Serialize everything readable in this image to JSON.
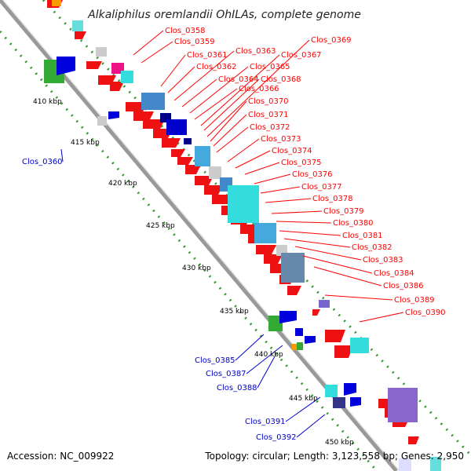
{
  "title": "Alkaliphilus oremlandii OhILAs, complete genome",
  "footer": {
    "accession": "Accession: NC_009922",
    "topology": "Topology: circular; Length: 3,123,558 bp; Genes: 2,950"
  },
  "colors": {
    "red_labels": "#ff0000",
    "blue_labels": "#0000cc",
    "backbone": "#999999",
    "tick_dots": "#339933"
  },
  "kbp_markers": [
    "410 kbp",
    "415 kbp",
    "420 kbp",
    "425 kbp",
    "430 kbp",
    "435 kbp",
    "440 kbp",
    "445 kbp",
    "450 kbp"
  ],
  "red_labels": [
    "Clos_0358",
    "Clos_0359",
    "Clos_0361",
    "Clos_0362",
    "Clos_0363",
    "Clos_0364",
    "Clos_0365",
    "Clos_0366",
    "Clos_0367",
    "Clos_0368",
    "Clos_0369",
    "Clos_0370",
    "Clos_0371",
    "Clos_0372",
    "Clos_0373",
    "Clos_0374",
    "Clos_0375",
    "Clos_0376",
    "Clos_0377",
    "Clos_0378",
    "Clos_0379",
    "Clos_0380",
    "Clos_0381",
    "Clos_0382",
    "Clos_0383",
    "Clos_0384",
    "Clos_0386",
    "Clos_0389",
    "Clos_0390"
  ],
  "blue_labels": [
    "Clos_0360",
    "Clos_0385",
    "Clos_0387",
    "Clos_0388",
    "Clos_0391",
    "Clos_0392"
  ]
}
